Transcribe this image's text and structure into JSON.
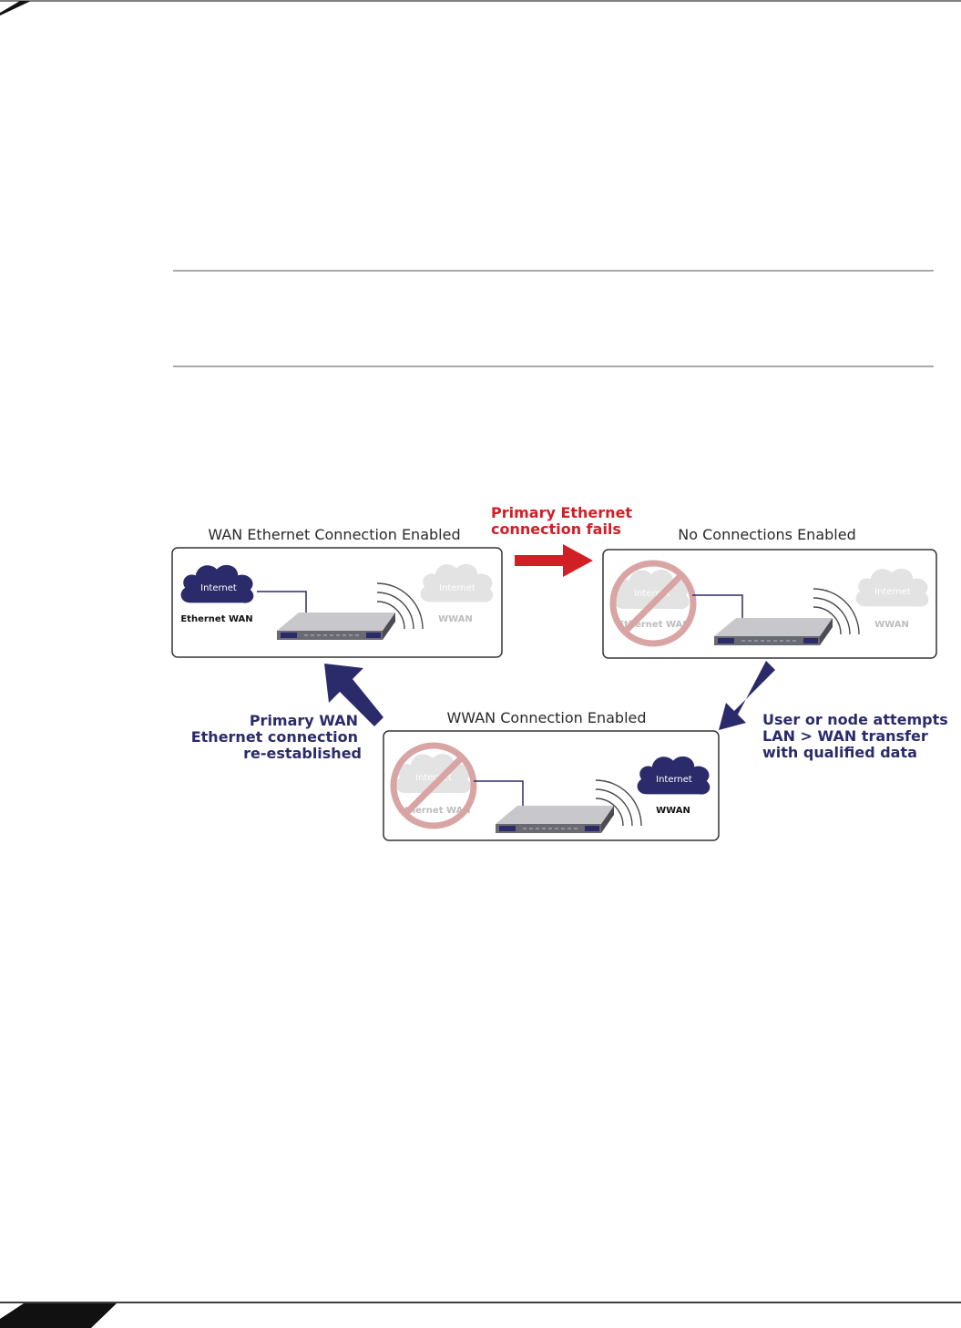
{
  "diagram": {
    "panel_wan": {
      "title": "WAN Ethernet Connection Enabled",
      "cloud_left": "Internet",
      "label_left": "Ethernet WAN",
      "cloud_right": "Internet",
      "label_right": "WWAN"
    },
    "panel_none": {
      "title": "No Connections Enabled",
      "cloud_left": "Internet",
      "label_left": "Ethernet WAN",
      "cloud_right": "Internet",
      "label_right": "WWAN"
    },
    "panel_wwan": {
      "title": "WWAN Connection Enabled",
      "cloud_left": "Internet",
      "label_left": "Ethernet WAN",
      "cloud_right": "Internet",
      "label_right": "WWAN"
    },
    "arrow_fail": {
      "line1": "Primary Ethernet",
      "line2": "connection fails"
    },
    "arrow_attempt": {
      "line1": "User or node attempts",
      "line2": "LAN > WAN transfer",
      "line3": "with qualified data"
    },
    "arrow_restore": {
      "line1": "Primary WAN",
      "line2": "Ethernet connection",
      "line3": "re-established"
    },
    "colors": {
      "failure_red": "#d11f26",
      "arrow_navy": "#2b2b6b",
      "cloud_navy": "#2b2b6b",
      "cloud_faded": "#e3e3e3",
      "prohibit": "#d9a4a4"
    }
  }
}
